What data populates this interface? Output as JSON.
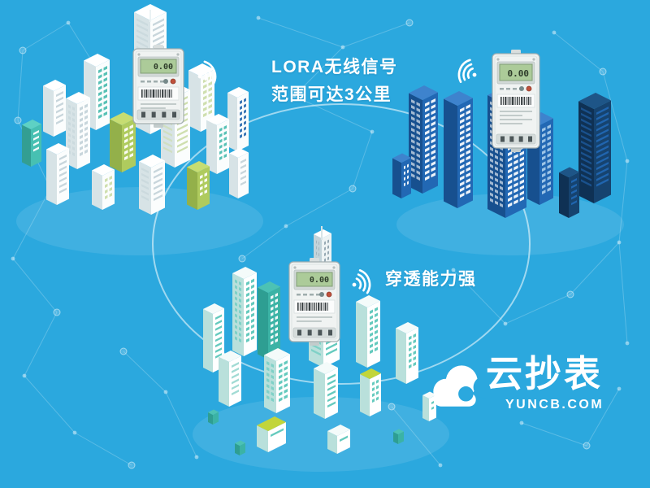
{
  "scene": {
    "background_color": "#2BA8DE",
    "range_circle_color": "rgba(255,255,255,0.55)",
    "network_dot_color": "rgba(255,255,255,0.45)",
    "network_line_color": "rgba(255,255,255,0.22)"
  },
  "annotations": {
    "lora_line1": "LORA无线信号",
    "lora_line2": "范围可达3公里",
    "penetration": "穿透能力强"
  },
  "meters": {
    "lcd_value": "0.00"
  },
  "logo": {
    "brand": "云抄表",
    "domain": "YUNCB.COM"
  },
  "icons": {
    "wifi": "wifi-signal-icon",
    "cloud": "cloud-logo-icon"
  }
}
